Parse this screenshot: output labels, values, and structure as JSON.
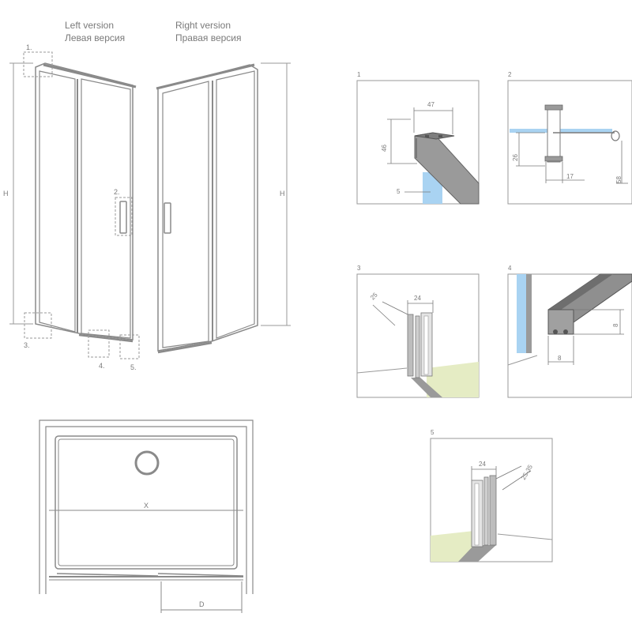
{
  "views": {
    "left": {
      "title_en": "Left version",
      "title_ru": "Левая версия"
    },
    "right": {
      "title_en": "Right version",
      "title_ru": "Правая версия"
    }
  },
  "dims": {
    "height": "H",
    "width": "X",
    "depth": "D"
  },
  "callouts": [
    "1.",
    "2.",
    "3.",
    "4.",
    "5."
  ],
  "details": {
    "d1": {
      "num": "1",
      "a": "47",
      "b": "46",
      "c": "5"
    },
    "d2": {
      "num": "2",
      "a": "26",
      "b": "17",
      "c": "58"
    },
    "d3": {
      "num": "3",
      "a": "24",
      "b": "25"
    },
    "d4": {
      "num": "4",
      "a": "8",
      "b": "8"
    },
    "d5": {
      "num": "5",
      "a": "24",
      "b": "25-35"
    }
  },
  "colors": {
    "line": "#8a8a8a",
    "glass": "#a9d3f2",
    "floor": "#e5ecc4",
    "profile": "#9a9a9a"
  }
}
